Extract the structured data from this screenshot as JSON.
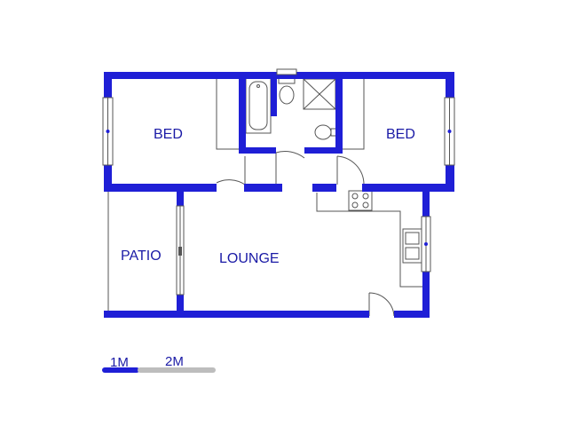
{
  "floor_plan": {
    "rooms": {
      "bed_left": "BED",
      "bed_right": "BED",
      "patio": "PATIO",
      "lounge": "LOUNGE"
    },
    "scale_bar": {
      "label_1": "1M",
      "label_2": "2M"
    },
    "colors": {
      "wall": "#1f1fd6",
      "text": "#1a1aa6",
      "fixture": "#555555",
      "scale_grey": "#bdbdbd"
    }
  }
}
